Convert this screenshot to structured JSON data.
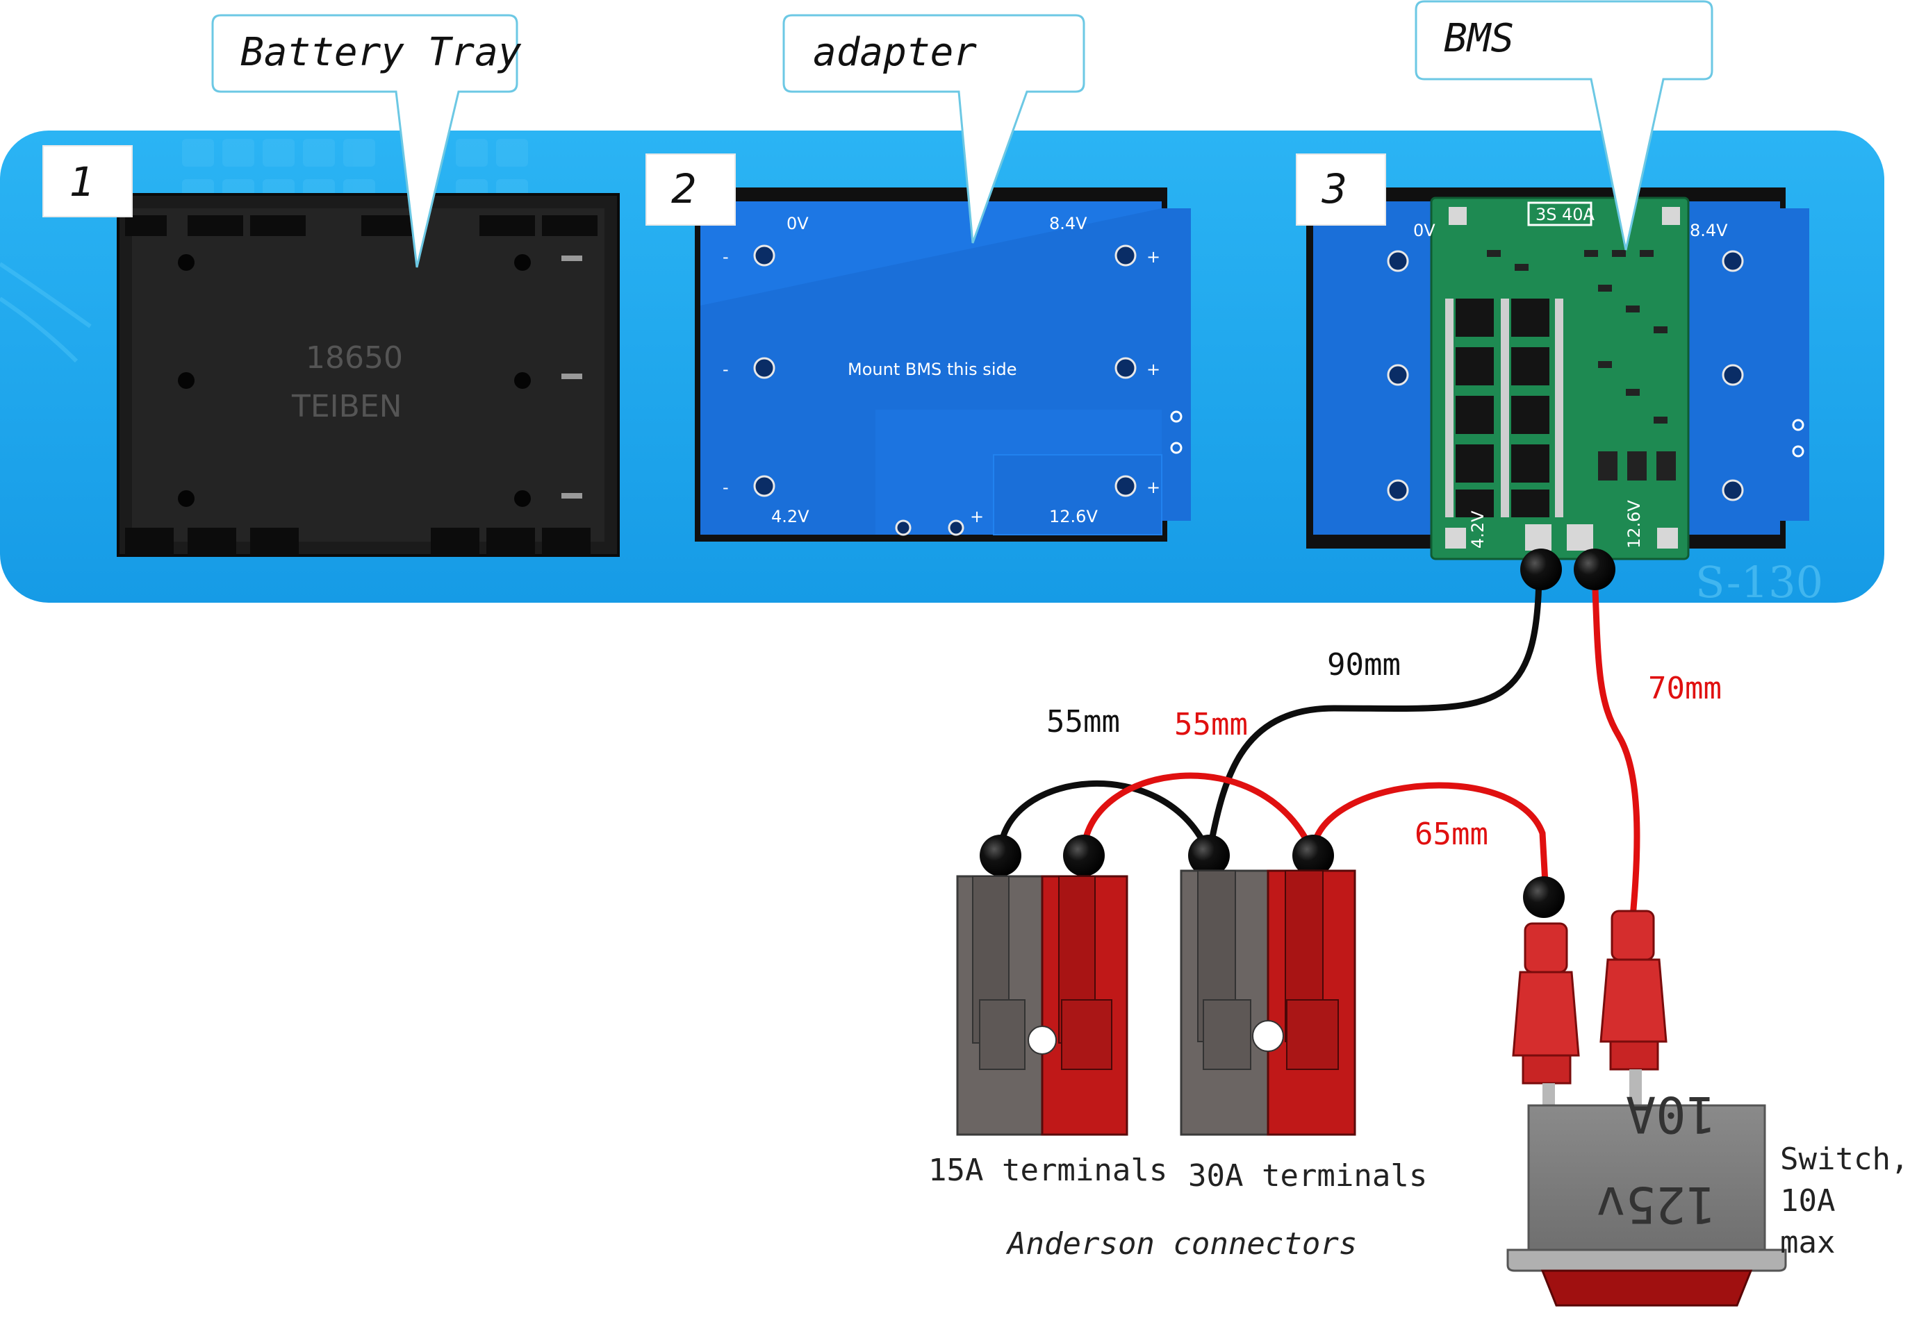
{
  "callouts": {
    "battery_tray": "Battery Tray",
    "adapter": "adapter",
    "bms": "BMS"
  },
  "step_numbers": [
    "1",
    "2",
    "3"
  ],
  "battery_tray": {
    "cell_label": "18650",
    "brand": "TEIBEN"
  },
  "adapter_board": {
    "center_label": "Mount BMS this side",
    "top_left": "0V",
    "top_right": "8.4V",
    "bottom_left": "4.2V",
    "bottom_right": "12.6V",
    "minus_sign": "-",
    "plus_sign": "+"
  },
  "bms_board": {
    "config": "3S",
    "current": "40A",
    "pad_left": "4.2V",
    "pad_right": "12.6V",
    "top_left": "0V",
    "top_right": "8.4V"
  },
  "wire_lengths": {
    "bms_black": "90mm",
    "bms_red": "70mm",
    "bridge_black": "55mm",
    "bridge_red": "55mm",
    "switch_red": "65mm"
  },
  "connectors": {
    "label_15a": "15A terminals",
    "label_30a": "30A terminals",
    "caption": "Anderson connectors"
  },
  "switch": {
    "label_line1": "Switch,",
    "label_line2": "10A",
    "label_line3": "max",
    "rating_voltage": "125v",
    "rating_current": "10A"
  },
  "colors": {
    "mat": "#1ea8ef",
    "pcb_blue": "#1a6fd9",
    "bms_green": "#1e8a52",
    "wire_black": "#0d0d0d",
    "wire_red": "#e01010",
    "anderson_gray": "#6b6563",
    "anderson_red": "#c01818",
    "callout_border": "#6cc8e4"
  }
}
